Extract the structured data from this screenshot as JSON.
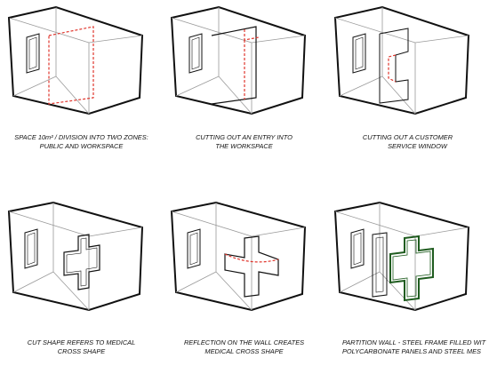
{
  "colors": {
    "line": "#111111",
    "thin": "#9a9a9a",
    "accent_red": "#e0362d",
    "accent_green": "#1f5c1f",
    "background": "#ffffff"
  },
  "panels": [
    {
      "caption_line1": "SPACE 10m² / DIVISION INTO TWO ZONES:",
      "caption_line2": "PUBLIC AND WORKSPACE"
    },
    {
      "caption_line1": "CUTTING OUT AN ENTRY INTO",
      "caption_line2": "THE WORKSPACE"
    },
    {
      "caption_line1": "CUTTING OUT A CUSTOMER",
      "caption_line2": "SERVICE WINDOW"
    },
    {
      "caption_line1": "CUT SHAPE REFERS TO MEDICAL",
      "caption_line2": "CROSS SHAPE"
    },
    {
      "caption_line1": "REFLECTION ON THE WALL CREATES",
      "caption_line2": "MEDICAL CROSS SHAPE"
    },
    {
      "caption_line1": "PARTITION WALL - STEEL FRAME FILLED WIT",
      "caption_line2": "POLYCARBONATE  PANELS AND STEEL MES"
    }
  ]
}
